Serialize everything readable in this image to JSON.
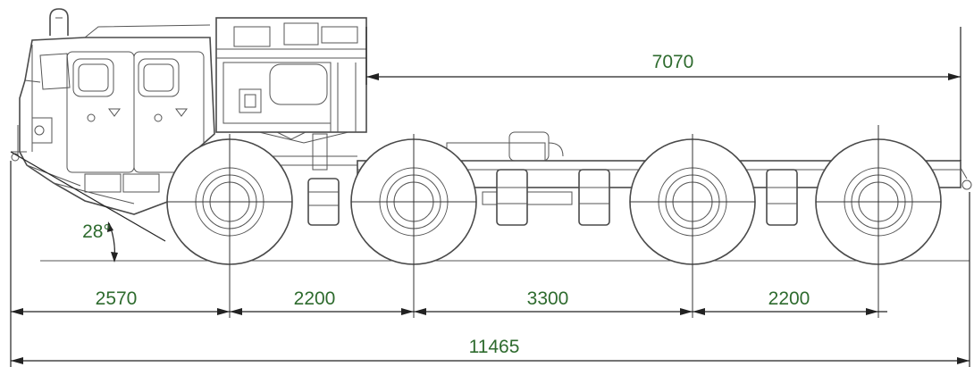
{
  "colors": {
    "label": "#2e6b2e",
    "ink": "#4a4a4a",
    "dimension": "#222222"
  },
  "dimensions": {
    "chassis_length": "7070",
    "front_overhang": "2570",
    "wheelbase_1_2": "2200",
    "wheelbase_2_3": "3300",
    "wheelbase_3_4": "2200",
    "overall_length": "11465",
    "approach_angle": "28°"
  }
}
